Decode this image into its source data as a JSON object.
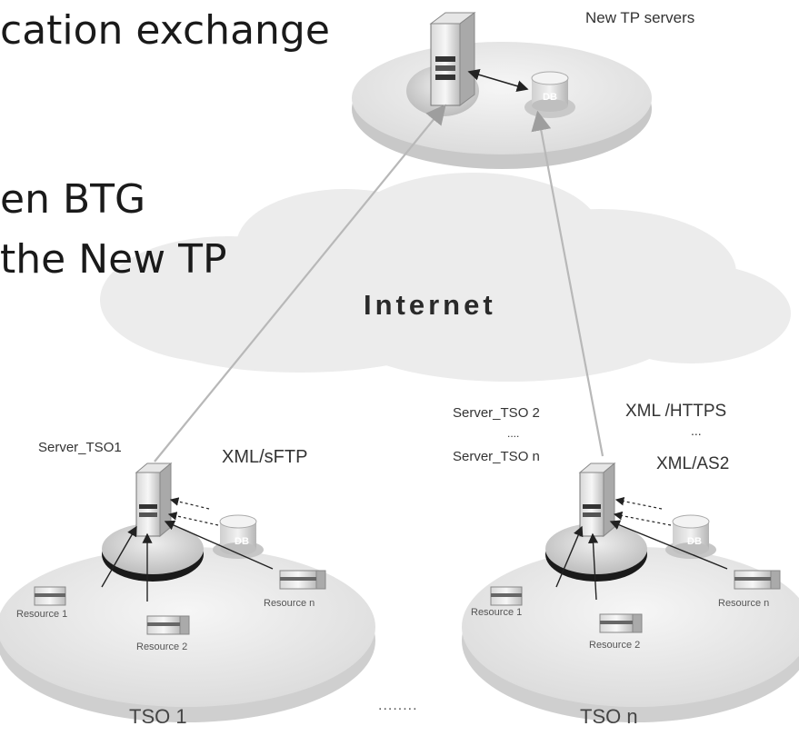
{
  "slide_text": {
    "line1": "cation exchange",
    "line2": "en BTG",
    "line3": "the New TP"
  },
  "diagram": {
    "top_caption": "New TP servers",
    "cloud_label": "Internet",
    "db_label": "DB",
    "tso1": {
      "server_label": "Server_TSO1",
      "protocol": "XML/sFTP",
      "resource_1": "Resource 1",
      "resource_2": "Resource 2",
      "resource_n": "Resource n",
      "caption": "TSO 1"
    },
    "tson": {
      "server_label_1": "Server_TSO 2",
      "server_label_dots": "....",
      "server_label_2": "Server_TSO n",
      "protocol_1": "XML /HTTPS",
      "protocol_dots": "...",
      "protocol_2": "XML/AS2",
      "resource_1": "Resource 1",
      "resource_2": "Resource 2",
      "resource_n": "Resource n",
      "caption": "TSO n"
    },
    "between_dots": "........"
  },
  "colors": {
    "disc_top": "#e9e9e9",
    "disc_side": "#c9c9c9",
    "cloud": "#ececec",
    "link_line": "#b8b8b8",
    "text": "#333333"
  }
}
